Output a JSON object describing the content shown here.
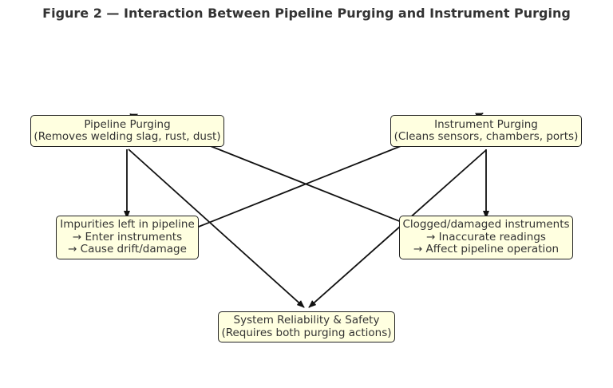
{
  "title": "Figure 2 — Interaction Between Pipeline Purging and Instrument Purging",
  "colors": {
    "node_fill": "#ffffe0",
    "node_border": "#222222",
    "arrow": "#111111",
    "text": "#333333"
  },
  "nodes": {
    "pipeline_purging": {
      "line1": "Pipeline Purging",
      "line2": "(Removes welding slag, rust, dust)"
    },
    "instrument_purging": {
      "line1": "Instrument Purging",
      "line2": "(Cleans sensors, chambers, ports)"
    },
    "impurities": {
      "line1": "Impurities left in pipeline",
      "line2": "→ Enter instruments",
      "line3": "→ Cause drift/damage"
    },
    "clogged": {
      "line1": "Clogged/damaged instruments",
      "line2": "→ Inaccurate readings",
      "line3": "→ Affect pipeline operation"
    },
    "system": {
      "line1": "System Reliability & Safety",
      "line2": "(Requires both purging actions)"
    }
  },
  "edges": [
    {
      "from": "pipeline_purging",
      "to": "impurities"
    },
    {
      "from": "pipeline_purging",
      "to": "system"
    },
    {
      "from": "instrument_purging",
      "to": "clogged"
    },
    {
      "from": "instrument_purging",
      "to": "system"
    },
    {
      "from": "impurities",
      "to": "instrument_purging"
    },
    {
      "from": "clogged",
      "to": "pipeline_purging"
    }
  ]
}
